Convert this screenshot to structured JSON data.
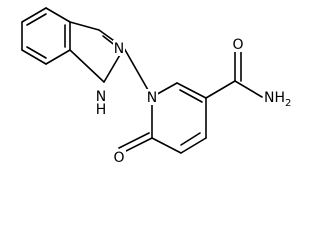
{
  "molecule": {
    "atom_labels": {
      "imine_n": "N",
      "amine_nh": "N",
      "amine_h": "H",
      "pyridone_n": "N",
      "carbonyl_o": "O",
      "amide_o": "O",
      "amide_nh2": "NH",
      "amide_nh2_sub": "2"
    }
  }
}
